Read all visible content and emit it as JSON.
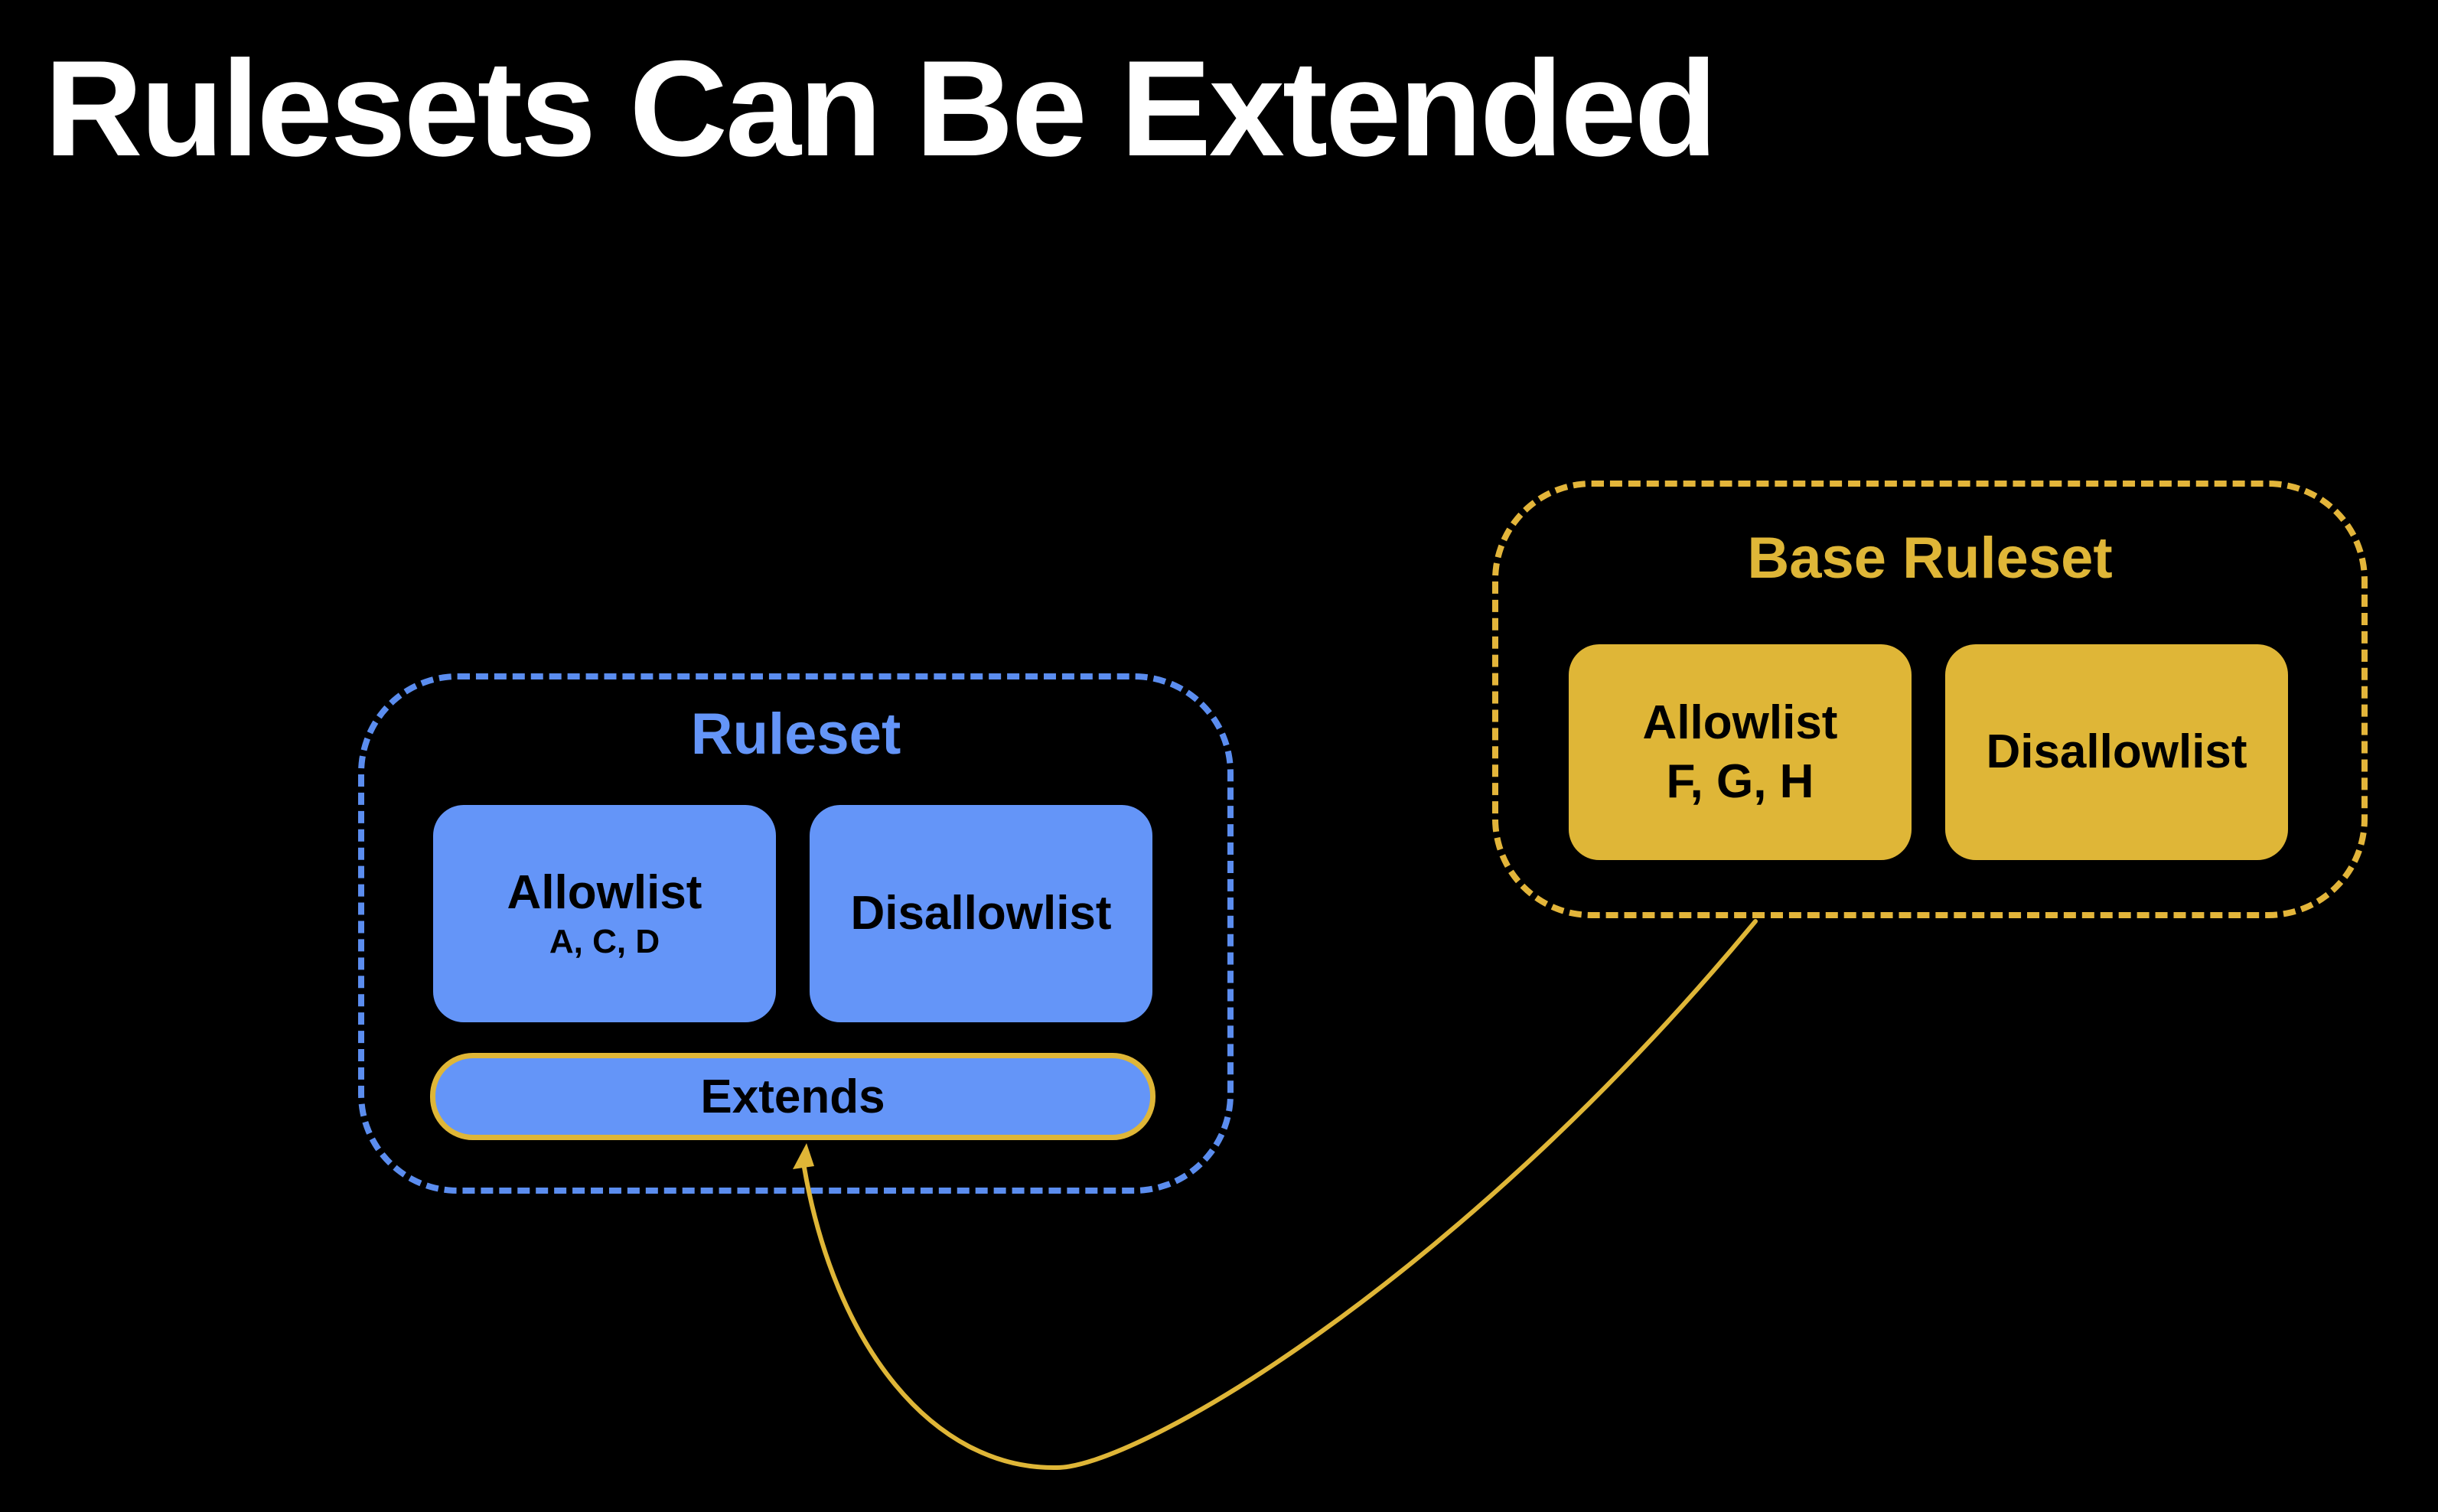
{
  "title": "Rulesets Can Be Extended",
  "colors": {
    "background": "#000000",
    "title": "#ffffff",
    "blue": "#6495f8",
    "blue_border": "#5b8def",
    "gold": "#dfb637",
    "gold_border": "#e3b53a",
    "box_text": "#000000"
  },
  "ruleset": {
    "label": "Ruleset",
    "allowlist": {
      "label": "Allowlist",
      "items": "A, C, D"
    },
    "disallowlist": {
      "label": "Disallowlist"
    },
    "extends": {
      "label": "Extends"
    }
  },
  "base_ruleset": {
    "label": "Base Ruleset",
    "allowlist": {
      "label": "Allowlist",
      "items": "F, G, H"
    },
    "disallowlist": {
      "label": "Disallowlist"
    }
  },
  "connector": {
    "from": "base_ruleset",
    "to": "ruleset.extends",
    "style": "curved arrow"
  }
}
